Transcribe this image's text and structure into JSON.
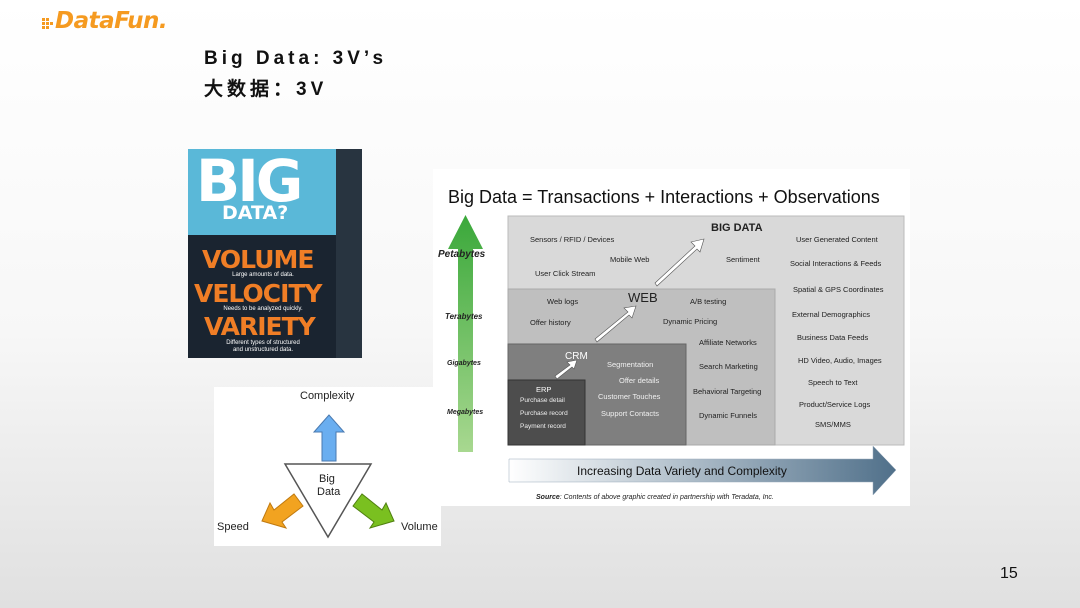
{
  "logo": {
    "text": "DataFun."
  },
  "slide": {
    "title_en": "Big Data: 3V’s",
    "title_zh": "大数据：3V",
    "page_number": "15"
  },
  "poster": {
    "big": "BIG",
    "data": "DATA?",
    "volume": "VOLUME",
    "volume_desc": "Large amounts of data.",
    "velocity": "VELOCITY",
    "velocity_desc": "Needs to be analyzed quickly.",
    "variety": "VARIETY",
    "variety_desc_1": "Different types of structured",
    "variety_desc_2": "and unstructured data."
  },
  "triangle_graphic": {
    "top": "Complexity",
    "left": "Speed",
    "right": "Volume",
    "center_1": "Big",
    "center_2": "Data"
  },
  "chart": {
    "title": "Big Data = Transactions + Interactions + Observations",
    "y_axis": [
      "Petabytes",
      "Terabytes",
      "Gigabytes",
      "Megabytes"
    ],
    "tiers": {
      "big_data": {
        "label": "BIG DATA",
        "items": [
          "Sensors / RFID / Devices",
          "Mobile Web",
          "User Click Stream",
          "Sentiment"
        ]
      },
      "web": {
        "label": "WEB",
        "items": [
          "Web logs",
          "A/B testing",
          "Offer history",
          "Dynamic Pricing"
        ]
      },
      "crm": {
        "label": "CRM",
        "items": [
          "Segmentation",
          "Offer details",
          "Customer Touches",
          "Support Contacts"
        ]
      },
      "erp": {
        "label": "ERP",
        "items": [
          "Purchase detail",
          "Purchase record",
          "Payment record"
        ]
      },
      "web_col": [
        "Affiliate Networks",
        "Search Marketing",
        "Behavioral Targeting",
        "Dynamic Funnels"
      ],
      "big_col": [
        "User Generated Content",
        "Social Interactions & Feeds",
        "Spatial & GPS Coordinates",
        "External Demographics",
        "Business Data Feeds",
        "HD Video, Audio, Images",
        "Speech to Text",
        "Product/Service Logs",
        "SMS/MMS"
      ]
    },
    "x_arrow_label": "Increasing Data Variety and Complexity",
    "source_label": "Source",
    "source_text": ": Contents of above graphic created in partnership with Teradata, Inc."
  }
}
